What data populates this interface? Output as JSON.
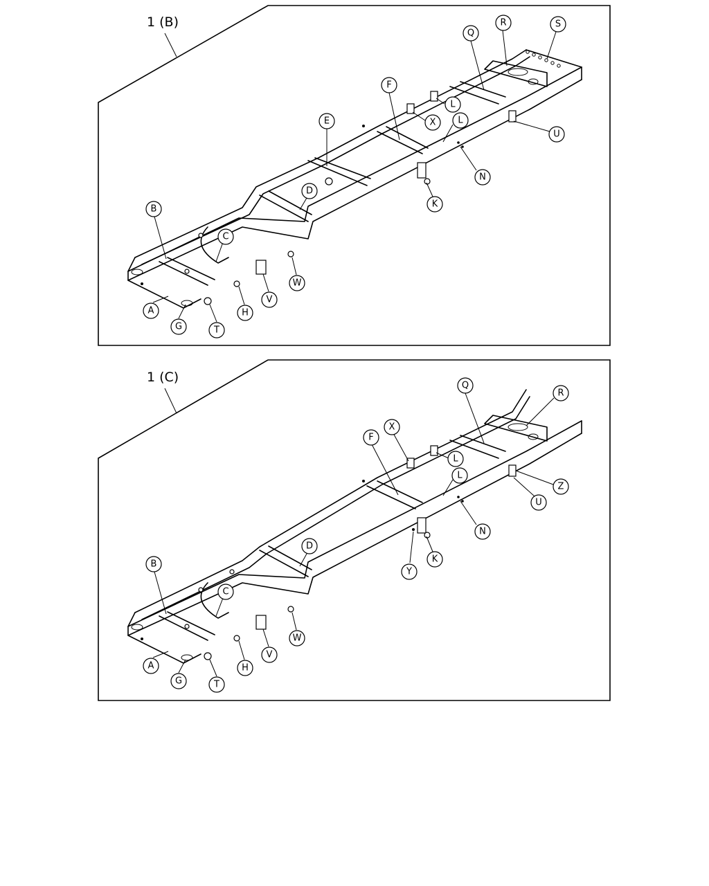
{
  "panels": [
    {
      "id": "B",
      "title": "1 (B)",
      "callouts": [
        "A",
        "B",
        "C",
        "D",
        "E",
        "F",
        "G",
        "H",
        "K",
        "L",
        "L",
        "N",
        "Q",
        "R",
        "S",
        "T",
        "U",
        "V",
        "W",
        "X"
      ]
    },
    {
      "id": "C",
      "title": "1 (C)",
      "callouts": [
        "A",
        "B",
        "C",
        "D",
        "F",
        "G",
        "H",
        "K",
        "L",
        "L",
        "N",
        "Q",
        "R",
        "T",
        "U",
        "V",
        "W",
        "X",
        "Y",
        "Z"
      ]
    }
  ]
}
